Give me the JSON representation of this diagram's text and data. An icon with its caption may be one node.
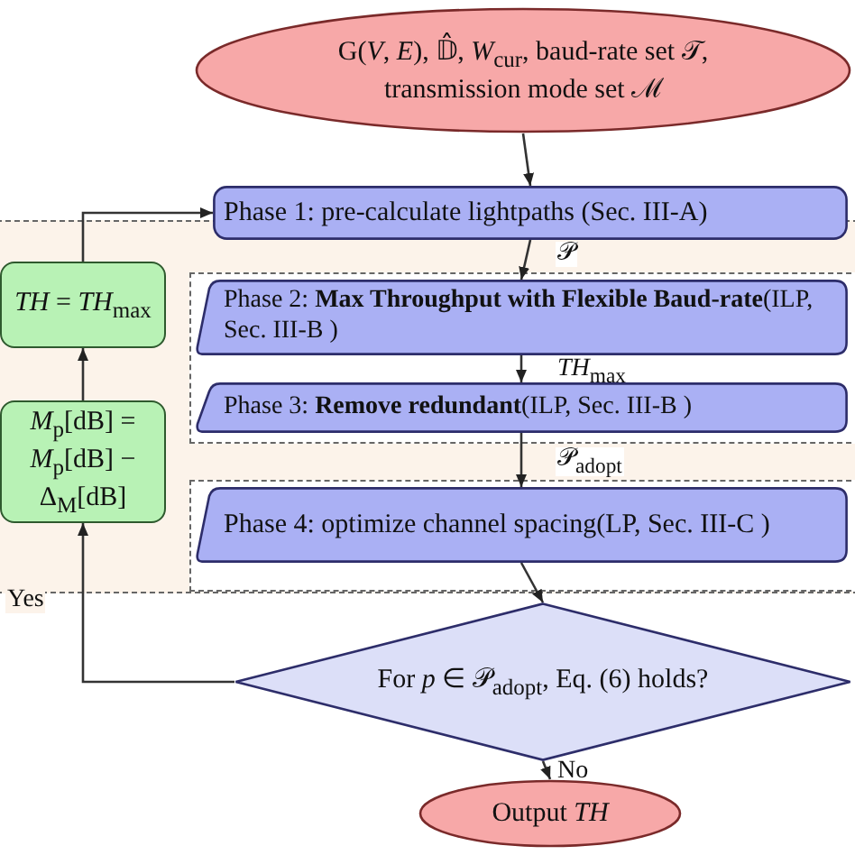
{
  "diagram": {
    "nodes": [
      {
        "text": [
          "G(*V*, *E*), 𝔻̂, *W*$_{cur}$, baud-rate set 𝒯, transmission mode set ℳ"
        ]
      },
      {
        "text": [
          "Phase 1: pre-calculate lightpaths (Sec. III-A)"
        ]
      },
      {
        "text": [
          "Phase 2: **Max Throughput with Flexible Baud-rate**(ILP, Sec. III-B )"
        ]
      },
      {
        "text": [
          "Phase 3: **Remove redundant**(ILP, Sec. III-B )"
        ]
      },
      {
        "text": [
          "Phase 4: optimize channel spacing(LP, Sec. III-C )"
        ]
      },
      {
        "text": [
          "For *p* ∈ 𝒫$_{adopt}$, Eq. (6) holds?"
        ]
      },
      {
        "text": [
          "Output *TH*"
        ]
      },
      {
        "text": [
          "*M*$_{p}$[dB] = *M*$_{p}$[dB] − Δ$_{M}$[dB]"
        ]
      },
      {
        "text": [
          "*TH* = *TH*$_{max}$"
        ]
      }
    ],
    "edges": [
      {
        "from": 0,
        "to": 1,
        "arrow": "to"
      },
      {
        "from": 1,
        "to": 2,
        "arrow": "to",
        "label": "𝒫"
      },
      {
        "from": 2,
        "to": 3,
        "arrow": "to",
        "label": "*TH*$_{max}$"
      },
      {
        "from": 3,
        "to": 4,
        "arrow": "to",
        "label": "𝒫$_{adopt}$"
      },
      {
        "from": 4,
        "to": 5,
        "arrow": "to"
      },
      {
        "from": 5,
        "to": 6,
        "arrow": "to",
        "label": "No"
      },
      {
        "from": 5,
        "to": 7,
        "arrow": "to",
        "label": "Yes"
      },
      {
        "from": 7,
        "to": 8,
        "arrow": "to"
      },
      {
        "from": 8,
        "to": 1,
        "arrow": "to"
      }
    ]
  }
}
